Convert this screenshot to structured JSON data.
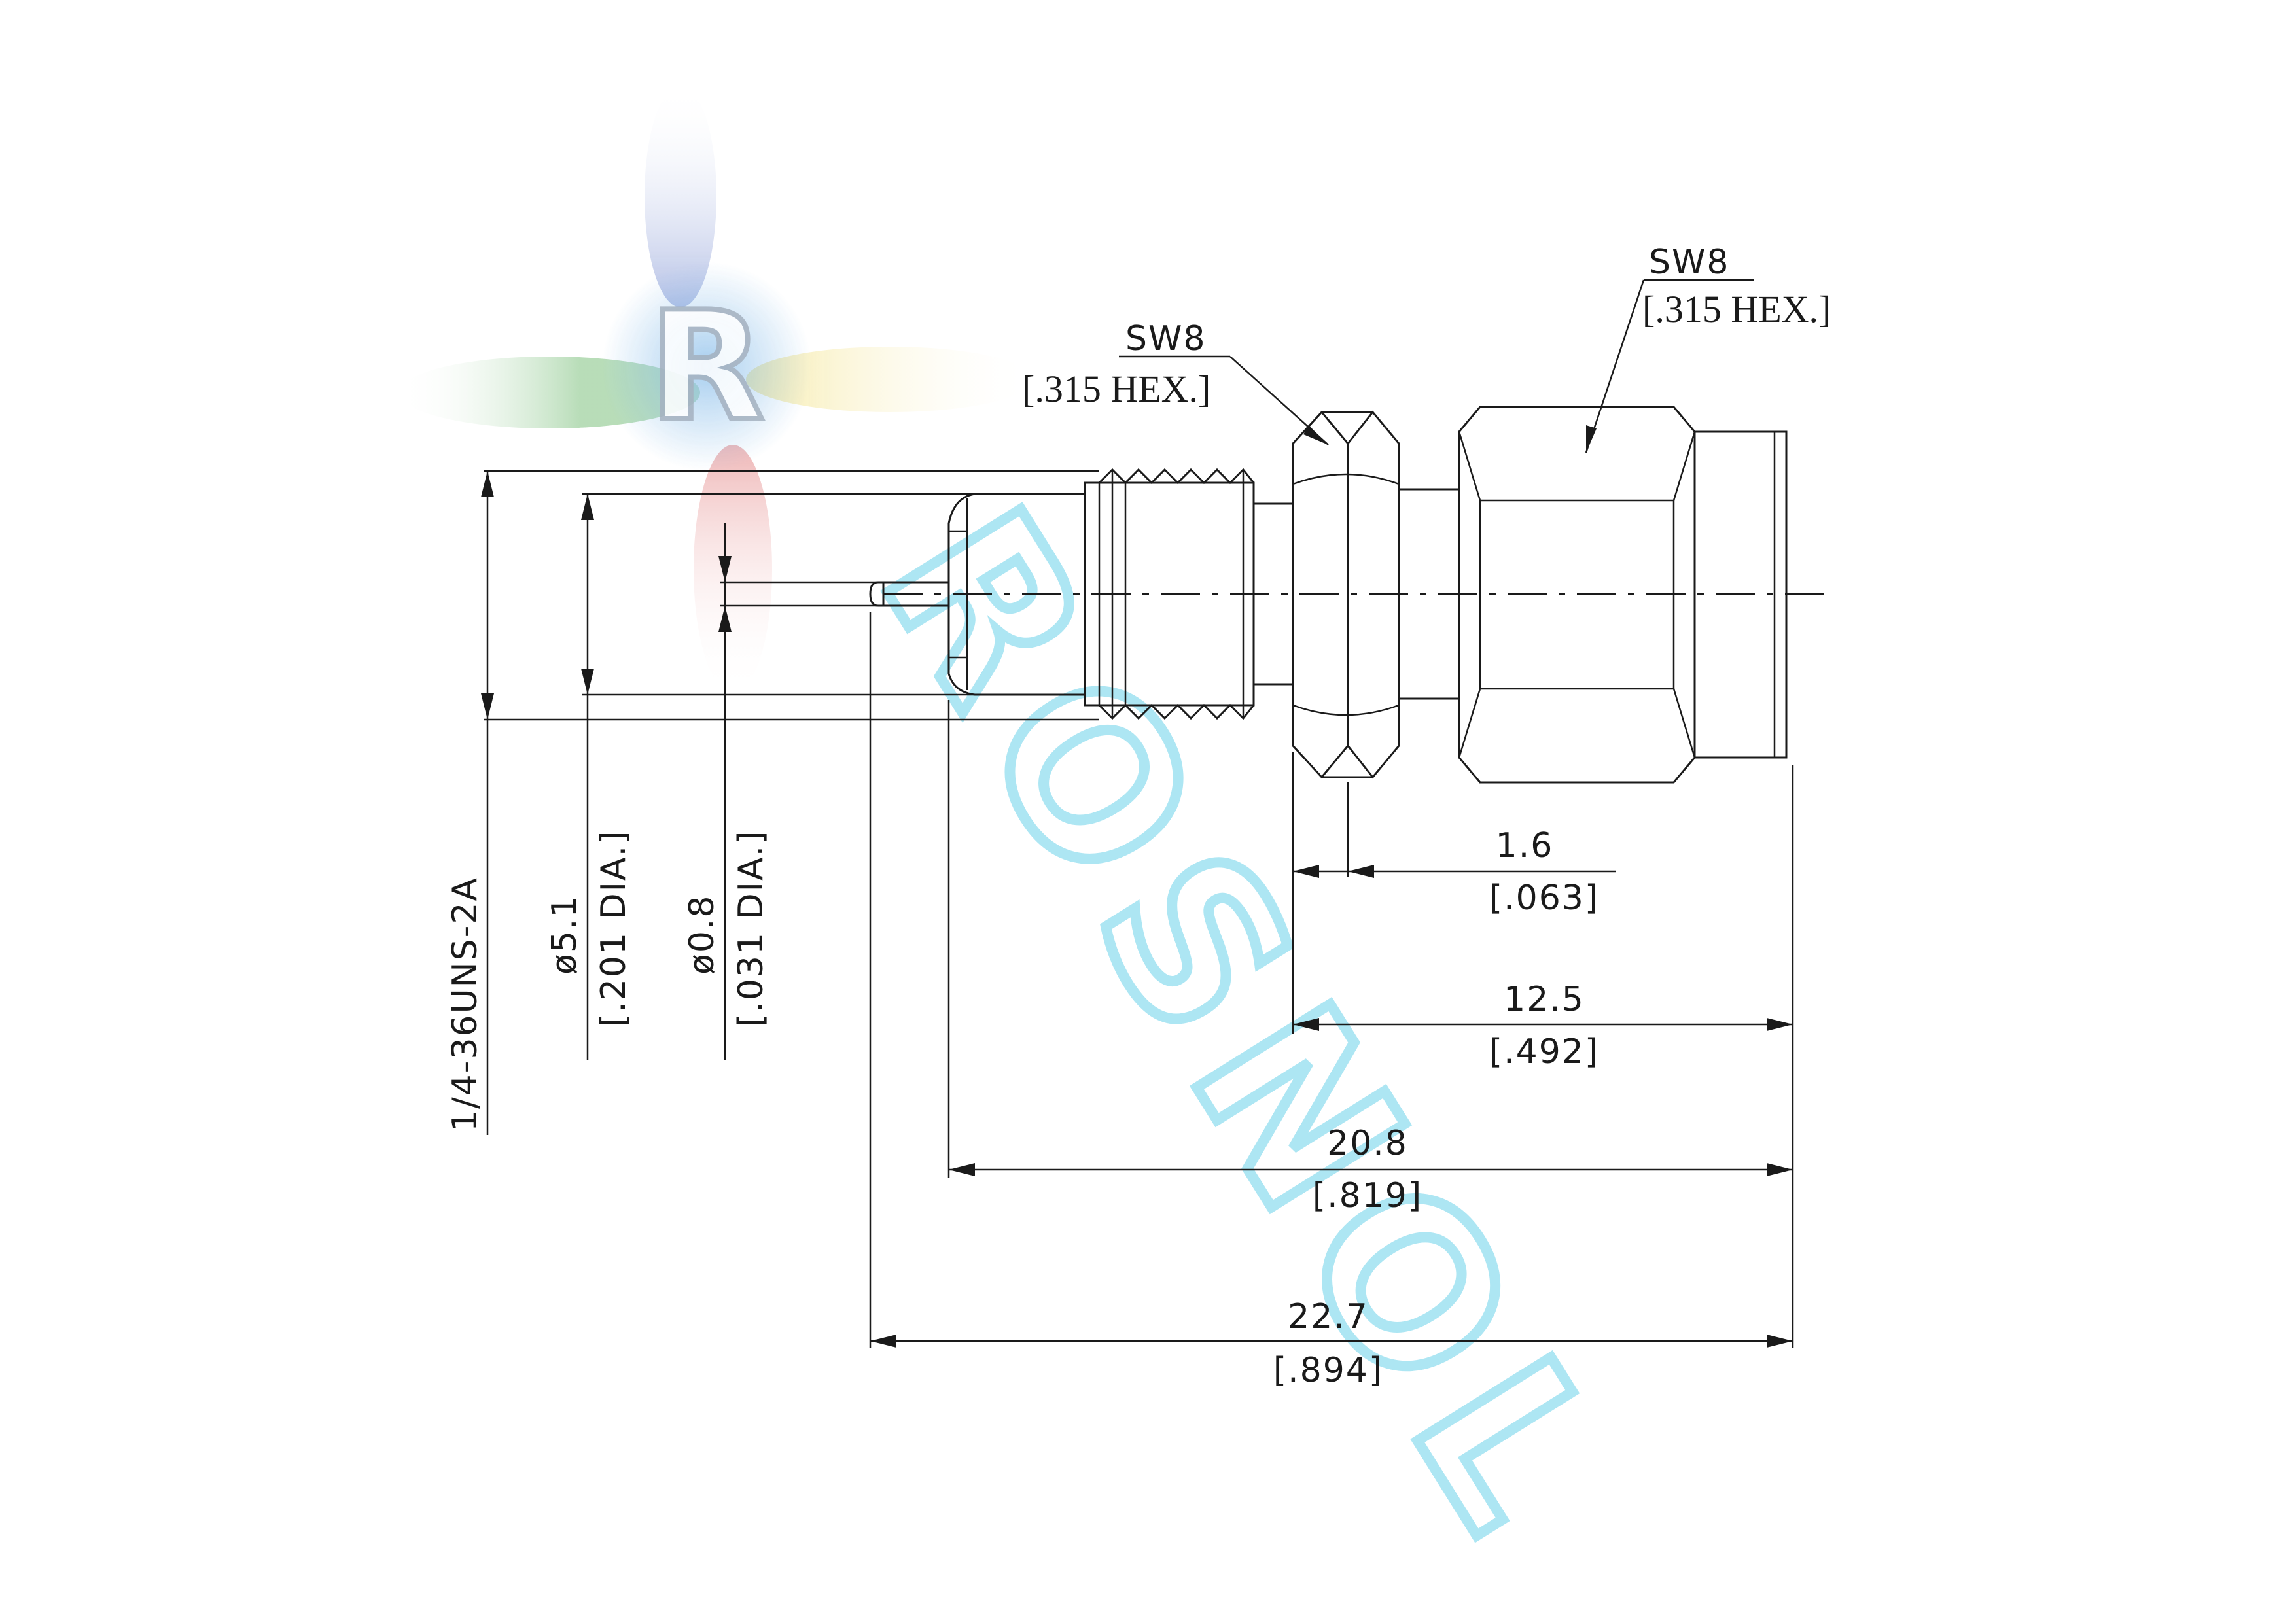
{
  "watermark": {
    "logo_letter": "R",
    "brand_text": "ROSNOL",
    "colors": [
      "#7fb8e8",
      "#8fc98f",
      "#f3e38a",
      "#e99c9c",
      "#8fa0d8",
      "#6fd0e8"
    ]
  },
  "callouts": {
    "hex_left": {
      "label": "SW8",
      "sub": "[.315 HEX.]"
    },
    "hex_right": {
      "label": "SW8",
      "sub": "[.315 HEX.]"
    }
  },
  "dimensions": {
    "thread": {
      "text": "1/4-36UNS-2A"
    },
    "dia_body": {
      "mm": "ø5.1",
      "inch": "[.201 DIA.]"
    },
    "dia_pin": {
      "mm": "ø0.8",
      "inch": "[.031 DIA.]"
    },
    "nut_thickness": {
      "mm": "1.6",
      "inch": "[.063]"
    },
    "length_125": {
      "mm": "12.5",
      "inch": "[.492]"
    },
    "length_208": {
      "mm": "20.8",
      "inch": "[.819]"
    },
    "length_227": {
      "mm": "22.7",
      "inch": "[.894]"
    }
  }
}
